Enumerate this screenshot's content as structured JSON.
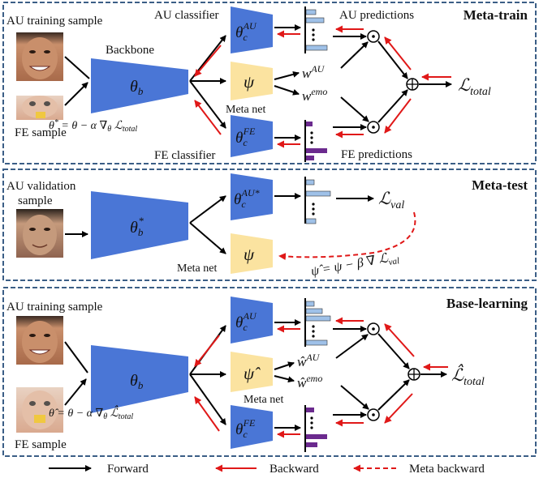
{
  "colors": {
    "backbone": "#4a76d6",
    "classifier": "#4a76d6",
    "meta_net": "#fbe3a0",
    "au_bar": "#9fc1e8",
    "fe_bar": "#6b2a8e",
    "forward": "#000000",
    "backward": "#e01818",
    "panel_border": "#3b5e86"
  },
  "meta_train": {
    "title": "Meta-train",
    "au_sample_label": "AU training sample",
    "fe_sample_label": "FE sample",
    "backbone_label": "Backbone",
    "backbone_symbol": "θ_b",
    "au_classifier_label": "AU classifier",
    "fe_classifier_label": "FE classifier",
    "au_classifier_symbol": "θ_c^AU",
    "fe_classifier_symbol": "θ_c^FE",
    "meta_net_symbol": "ψ",
    "meta_net_label": "Meta net",
    "w_au": "w^AU",
    "w_emo": "w^emo",
    "au_predictions_label": "AU predictions",
    "fe_predictions_label": "FE predictions",
    "loss": "L_total",
    "update_rule": "θ* = θ − α ∇θ L_total"
  },
  "meta_test": {
    "title": "Meta-test",
    "sample_label_line1": "AU validation",
    "sample_label_line2": "sample",
    "backbone_symbol": "θ_b*",
    "au_classifier_symbol": "θ_c^AU*",
    "meta_net_symbol": "ψ",
    "meta_net_label": "Meta net",
    "loss": "L_val",
    "update_rule": "ψ̂ = ψ − β ∇ L_val"
  },
  "base_learning": {
    "title": "Base-learning",
    "au_sample_label": "AU training sample",
    "fe_sample_label": "FE sample",
    "backbone_symbol": "θ_b",
    "au_classifier_symbol": "θ_c^AU",
    "fe_classifier_symbol": "θ_c^FE",
    "meta_net_symbol": "ψ̂",
    "meta_net_label": "Meta net",
    "w_au": "ŵ^AU",
    "w_emo": "ŵ^emo",
    "loss": "L̂_total",
    "update_rule": "θ̂ = θ − α ∇θ L̂_total"
  },
  "legend": {
    "forward": "Forward",
    "backward": "Backward",
    "meta_backward": "Meta backward"
  }
}
